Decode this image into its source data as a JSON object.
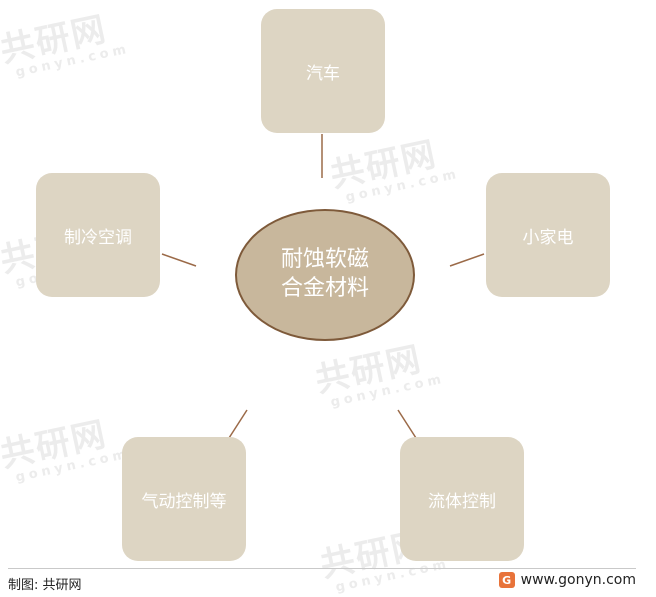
{
  "center": {
    "line1": "耐蚀软磁",
    "line2": "合金材料"
  },
  "nodes": {
    "auto": "汽车",
    "appliance": "小家电",
    "hvac": "制冷空调",
    "pneumatic": "气动控制等",
    "fluid": "流体控制"
  },
  "colors": {
    "node_fill": "#ddd5c3",
    "center_fill": "#c8b79c",
    "center_border": "#7e5a3a",
    "connector": "#9b6a48"
  },
  "watermark": {
    "main": "共研网",
    "sub": "gonyn.com"
  },
  "footer": {
    "source": "制图: 共研网",
    "site": "www.gonyn.com",
    "logo_icon": "gonyn-logo-icon"
  }
}
